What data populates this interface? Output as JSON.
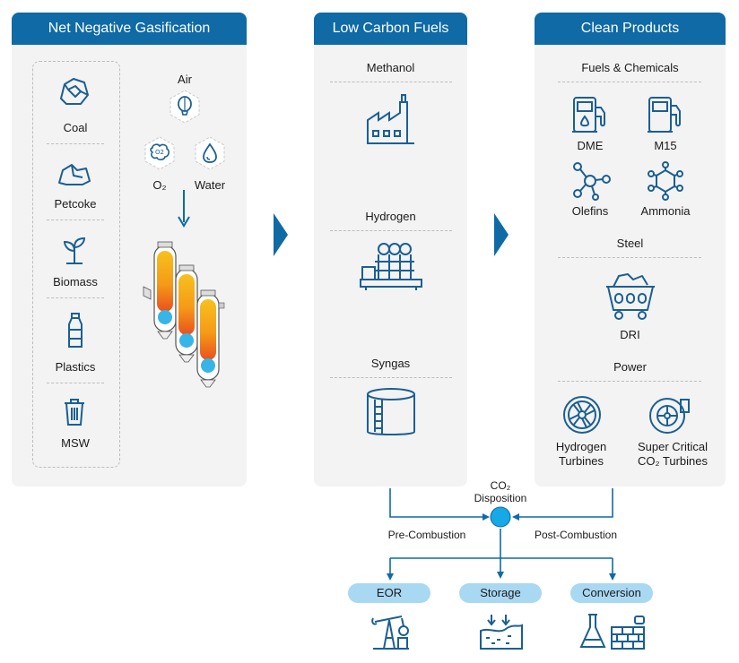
{
  "sections": {
    "gasification": {
      "title": "Net Negative Gasification",
      "feedstocks": [
        "Coal",
        "Petcoke",
        "Biomass",
        "Plastics",
        "MSW"
      ],
      "inputs": {
        "air": "Air",
        "oxygen": "O₂",
        "water": "Water"
      }
    },
    "fuels": {
      "title": "Low Carbon Fuels",
      "items": [
        "Methanol",
        "Hydrogen",
        "Syngas"
      ]
    },
    "products": {
      "title": "Clean Products",
      "fuels_chemicals": {
        "heading": "Fuels & Chemicals",
        "items": [
          "DME",
          "M15",
          "Olefins",
          "Ammonia"
        ]
      },
      "steel": {
        "heading": "Steel",
        "items": [
          "DRI"
        ]
      },
      "power": {
        "heading": "Power",
        "items": [
          "Hydrogen Turbines",
          "Super Critical CO₂ Turbines"
        ]
      }
    }
  },
  "disposition": {
    "title": "CO₂ Disposition",
    "pre_label": "Pre-Combustion",
    "post_label": "Post-Combustion",
    "options": [
      "EOR",
      "Storage",
      "Conversion"
    ]
  },
  "colors": {
    "header": "#0f6aa6",
    "icon": "#1b5f93",
    "pill": "#a9d8f3",
    "node": "#16a9e6",
    "arrow": "#0f6aa6"
  }
}
